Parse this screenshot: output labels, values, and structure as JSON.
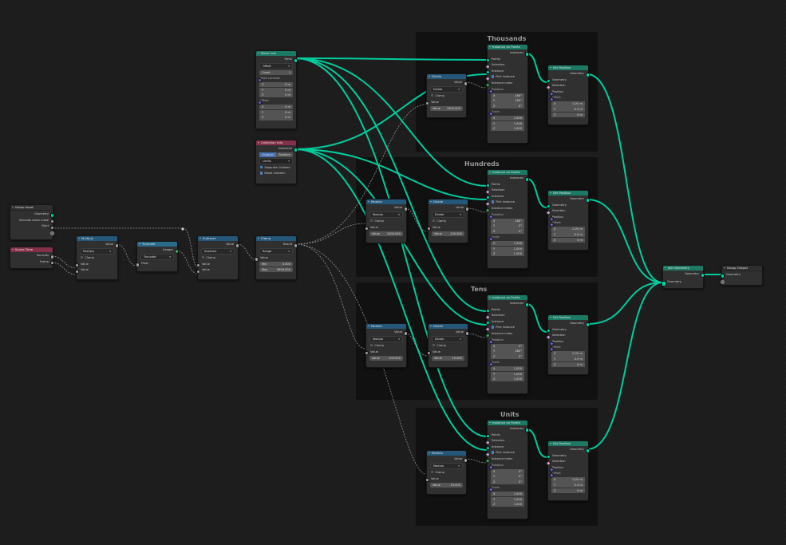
{
  "frames": {
    "thousands": "Thousands",
    "hundreds": "Hundreds",
    "tens": "Tens",
    "units": "Units"
  },
  "colors": {
    "geometry_header": "#1c7a64",
    "math_header": "#24577a",
    "input_header": "#833048",
    "geometry_wire": "#00d6a3",
    "value_wire": "#a1a1a1"
  },
  "group_input": {
    "title": "Group Input",
    "outputs": [
      "Geometry",
      "Seconds down make",
      "Start"
    ]
  },
  "scene_time": {
    "title": "Scene Time",
    "outputs": [
      "Seconds",
      "Frame"
    ]
  },
  "multiply": {
    "title": "Multiply",
    "out": "Value",
    "op": "Multiply",
    "clamp": "Clamp",
    "in1": "Value",
    "in2": "Value"
  },
  "truncate": {
    "title": "Truncate",
    "out": "Integer",
    "mode": "Truncate",
    "in": "Float"
  },
  "subtract": {
    "title": "Subtract",
    "out": "Value",
    "op": "Subtract",
    "clamp": "Clamp",
    "in1": "Value",
    "in2": "Value"
  },
  "clamp": {
    "title": "Clamp",
    "out": "Result",
    "mode": "Range",
    "in": "Value",
    "min_label": "Min",
    "min": "0.000",
    "max_label": "Max",
    "max": "9999.000"
  },
  "mesh_line": {
    "title": "Mesh Line",
    "out": "Mesh",
    "mode": "Offset",
    "count_label": "Count",
    "count": "1",
    "start_label": "Start Location",
    "start": [
      [
        "X",
        "0 m"
      ],
      [
        "Y",
        "0 m"
      ],
      [
        "Z",
        "0 m"
      ]
    ],
    "offset_label": "Offset",
    "offset": [
      [
        "X",
        "0 m"
      ],
      [
        "Y",
        "0 m"
      ],
      [
        "Z",
        "0 m"
      ]
    ]
  },
  "collection_info": {
    "title": "Collection Info",
    "out": "Instances",
    "tab_original": "Original",
    "tab_relative": "Relative",
    "collection": "Limits",
    "separate": "Separate Children",
    "reset": "Reset Children"
  },
  "divide_th": {
    "title": "Divide",
    "out": "Value",
    "op": "Divide",
    "clamp": "Clamp",
    "in": "Value",
    "value_label": "Value",
    "value": "1000.000"
  },
  "divide_h": {
    "title": "Divide",
    "out": "Value",
    "op": "Divide",
    "clamp": "Clamp",
    "in": "Value",
    "value_label": "Value",
    "value": "100.000"
  },
  "divide_t": {
    "title": "Divide",
    "out": "Value",
    "op": "Divide",
    "clamp": "Clamp",
    "in": "Value",
    "value_label": "Value",
    "value": "10.000"
  },
  "modulo_h": {
    "title": "Modulo",
    "out": "Value",
    "op": "Modulo",
    "clamp": "Clamp",
    "in": "Value",
    "value_label": "Value",
    "value": "1000.000"
  },
  "modulo_t": {
    "title": "Modulo",
    "out": "Value",
    "op": "Modulo",
    "clamp": "Clamp",
    "in": "Value",
    "value_label": "Value",
    "value": "100.000"
  },
  "modulo_u": {
    "title": "Modulo",
    "out": "Value",
    "op": "Modulo",
    "clamp": "Clamp",
    "in": "Value",
    "value_label": "Value",
    "value": "10.000"
  },
  "iop_th": {
    "title": "Instance on Points",
    "out": "Instances",
    "points": "Points",
    "selection": "Selection",
    "instance": "Instance",
    "pick": "Pick Instance",
    "index": "Instance Index",
    "rotation_label": "Rotation",
    "rotation": [
      [
        "X",
        "180°"
      ],
      [
        "Y",
        "180°"
      ],
      [
        "Z",
        "0°"
      ]
    ],
    "scale_label": "Scale",
    "scale": [
      [
        "X",
        "1.000"
      ],
      [
        "Y",
        "1.000"
      ],
      [
        "Z",
        "1.000"
      ]
    ]
  },
  "iop_h": {
    "title": "Instance on Points",
    "out": "Instances",
    "points": "Points",
    "selection": "Selection",
    "instance": "Instance",
    "pick": "Pick Instance",
    "index": "Instance Index",
    "rotation_label": "Rotation",
    "rotation": [
      [
        "X",
        "180°"
      ],
      [
        "Y",
        "0°"
      ],
      [
        "Z",
        "0°"
      ]
    ],
    "scale_label": "Scale",
    "scale": [
      [
        "X",
        "1.000"
      ],
      [
        "Y",
        "1.000"
      ],
      [
        "Z",
        "1.000"
      ]
    ]
  },
  "iop_t": {
    "title": "Instance on Points",
    "out": "Instances",
    "points": "Points",
    "selection": "Selection",
    "instance": "Instance",
    "pick": "Pick Instance",
    "index": "Instance Index",
    "rotation_label": "Rotation",
    "rotation": [
      [
        "X",
        "0°"
      ],
      [
        "Y",
        "180°"
      ],
      [
        "Z",
        "0°"
      ]
    ],
    "scale_label": "Scale",
    "scale": [
      [
        "X",
        "1.000"
      ],
      [
        "Y",
        "1.000"
      ],
      [
        "Z",
        "1.000"
      ]
    ]
  },
  "iop_u": {
    "title": "Instance on Points",
    "out": "Instances",
    "points": "Points",
    "selection": "Selection",
    "instance": "Instance",
    "pick": "Pick Instance",
    "index": "Instance Index",
    "rotation_label": "Rotation",
    "rotation": [
      [
        "X",
        "0°"
      ],
      [
        "Y",
        "0°"
      ],
      [
        "Z",
        "0°"
      ]
    ],
    "scale_label": "Scale",
    "scale": [
      [
        "X",
        "1.000"
      ],
      [
        "Y",
        "1.000"
      ],
      [
        "Z",
        "1.000"
      ]
    ]
  },
  "sp_th": {
    "title": "Set Position",
    "out": "Geometry",
    "geometry": "Geometry",
    "selection": "Selection",
    "position": "Position",
    "offset_label": "Offset",
    "offset": [
      [
        "X",
        "0.25 m"
      ],
      [
        "Y",
        "0.5 m"
      ],
      [
        "Z",
        "0 m"
      ]
    ]
  },
  "sp_h": {
    "title": "Set Position",
    "out": "Geometry",
    "geometry": "Geometry",
    "selection": "Selection",
    "position": "Position",
    "offset_label": "Offset",
    "offset": [
      [
        "X",
        "0.25 m"
      ],
      [
        "Y",
        "0.5 m"
      ],
      [
        "Z",
        "0 m"
      ]
    ]
  },
  "sp_t": {
    "title": "Set Position",
    "out": "Geometry",
    "geometry": "Geometry",
    "selection": "Selection",
    "position": "Position",
    "offset_label": "Offset",
    "offset": [
      [
        "X",
        "0.25 m"
      ],
      [
        "Y",
        "0.5 m"
      ],
      [
        "Z",
        "0 m"
      ]
    ]
  },
  "sp_u": {
    "title": "Set Position",
    "out": "Geometry",
    "geometry": "Geometry",
    "selection": "Selection",
    "position": "Position",
    "offset_label": "Offset",
    "offset": [
      [
        "X",
        "0.25 m"
      ],
      [
        "Y",
        "0.5 m"
      ],
      [
        "Z",
        "0 m"
      ]
    ]
  },
  "join_geometry": {
    "title": "Join Geometry",
    "out": "Geometry",
    "in": "Geometry"
  },
  "group_output": {
    "title": "Group Output",
    "in": "Geometry"
  }
}
